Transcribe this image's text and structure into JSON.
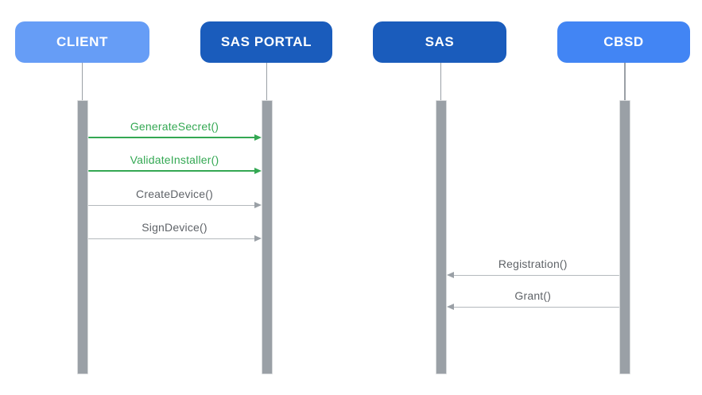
{
  "diagram": {
    "type": "sequence-diagram",
    "background": "#FFFFFF",
    "actors": [
      {
        "name": "CLIENT",
        "color": "#669DF6"
      },
      {
        "name": "SAS PORTAL",
        "color": "#1A5CBC"
      },
      {
        "name": "SAS",
        "color": "#1A5CBC"
      },
      {
        "name": "CBSD",
        "color": "#4285F4"
      }
    ],
    "lifeline_color": "#9AA0A6",
    "activation_bar_color": "#9AA0A6",
    "messages": [
      {
        "label": "GenerateSecret()",
        "from": "CLIENT",
        "to": "SAS PORTAL",
        "direction": "right",
        "text_color": "#34A853",
        "line_color": "#34A853",
        "head_color": "#34A853"
      },
      {
        "label": "ValidateInstaller()",
        "from": "CLIENT",
        "to": "SAS PORTAL",
        "direction": "right",
        "text_color": "#34A853",
        "line_color": "#34A853",
        "head_color": "#34A853"
      },
      {
        "label": "CreateDevice()",
        "from": "CLIENT",
        "to": "SAS PORTAL",
        "direction": "right",
        "text_color": "#5F6368",
        "line_color": "#B4B9BD",
        "head_color": "#9AA0A6"
      },
      {
        "label": "SignDevice()",
        "from": "CLIENT",
        "to": "SAS PORTAL",
        "direction": "right",
        "text_color": "#5F6368",
        "line_color": "#B4B9BD",
        "head_color": "#9AA0A6"
      },
      {
        "label": "Registration()",
        "from": "CBSD",
        "to": "SAS",
        "direction": "left",
        "text_color": "#5F6368",
        "line_color": "#B4B9BD",
        "head_color": "#9AA0A6"
      },
      {
        "label": "Grant()",
        "from": "CBSD",
        "to": "SAS",
        "direction": "left",
        "text_color": "#5F6368",
        "line_color": "#B4B9BD",
        "head_color": "#9AA0A6"
      }
    ]
  }
}
